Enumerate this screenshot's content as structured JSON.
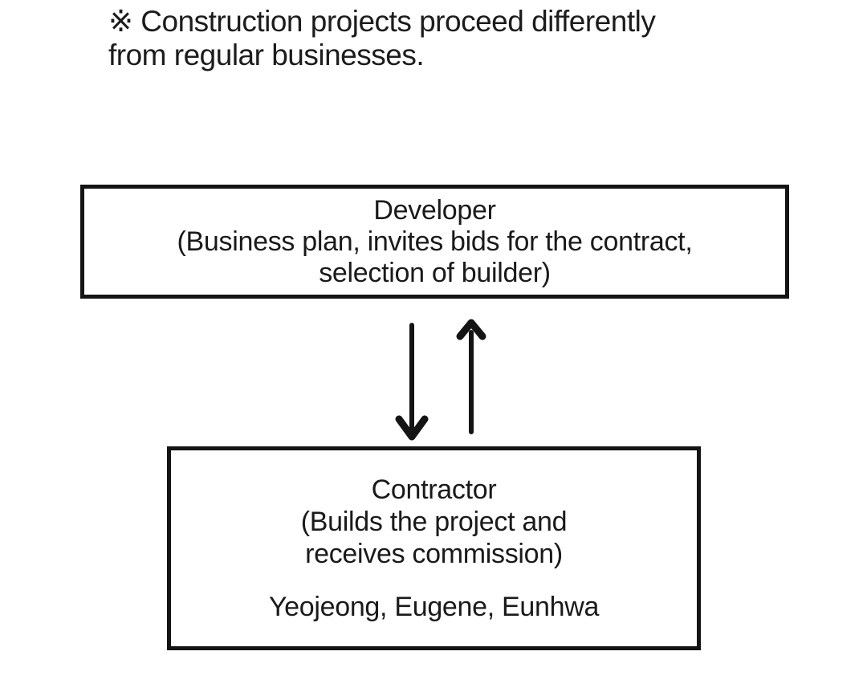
{
  "page": {
    "background_color": "#ffffff",
    "ink_color": "#1a1a1a"
  },
  "note": {
    "lines": [
      "※ Construction projects proceed differently",
      "from regular businesses."
    ]
  },
  "developer_box": {
    "title": "Developer",
    "detail_lines": [
      "(Business plan, invites bids for the contract,",
      "selection of builder)"
    ]
  },
  "arrows": {
    "down_icon": "down-arrow",
    "up_icon": "up-arrow"
  },
  "contractor_box": {
    "title": "Contractor",
    "detail_lines": [
      "(Builds the project and",
      "receives commission)"
    ],
    "members": "Yeojeong, Eugene, Eunhwa"
  }
}
